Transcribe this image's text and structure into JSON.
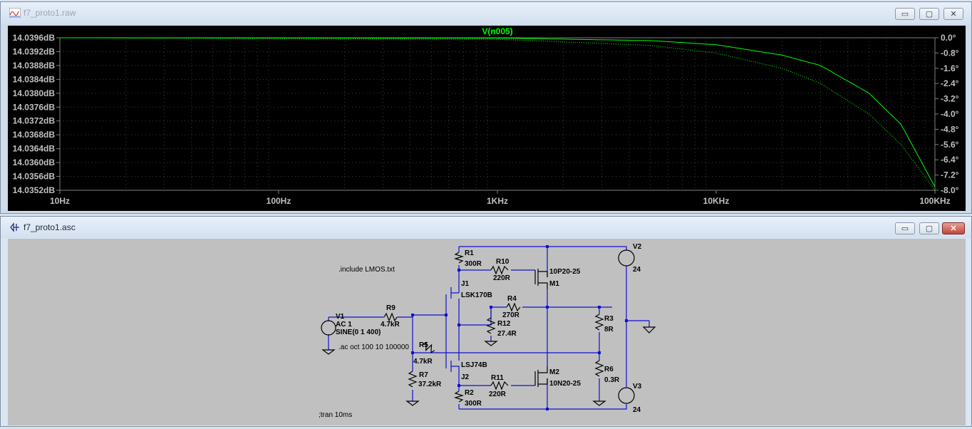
{
  "plot_window": {
    "title": "f7_proto1.raw",
    "icon": "waveform-icon",
    "buttons": {
      "minimize": "▭",
      "maximize": "▢",
      "close": "✕"
    }
  },
  "schematic_window": {
    "title": "f7_proto1.asc",
    "icon": "schematic-icon",
    "buttons": {
      "minimize": "▭",
      "maximize": "▢",
      "close": "✕"
    }
  },
  "chart_data": {
    "type": "line",
    "title": "V(n005)",
    "x_scale": "log",
    "xlim": [
      10,
      100000
    ],
    "x_ticks": [
      "10Hz",
      "100Hz",
      "1KHz",
      "10KHz",
      "100KHz"
    ],
    "y_left_ticks": [
      "14.0396dB",
      "14.0392dB",
      "14.0388dB",
      "14.0384dB",
      "14.0380dB",
      "14.0376dB",
      "14.0372dB",
      "14.0368dB",
      "14.0364dB",
      "14.0360dB",
      "14.0356dB",
      "14.0352dB"
    ],
    "y_right_ticks": [
      "0.0°",
      "-0.8°",
      "-1.6°",
      "-2.4°",
      "-3.2°",
      "-4.0°",
      "-4.8°",
      "-5.6°",
      "-6.4°",
      "-7.2°",
      "-8.0°"
    ],
    "ylim_left": [
      14.0352,
      14.0396
    ],
    "ylim_right": [
      -8.0,
      0.0
    ],
    "grid": true,
    "color": "#00ff00",
    "series": [
      {
        "name": "magnitude",
        "style": "solid",
        "axis": "left",
        "x": [
          10,
          1000,
          5000,
          10000,
          20000,
          30000,
          50000,
          70000,
          100000
        ],
        "y": [
          14.0396,
          14.03959,
          14.03952,
          14.0394,
          14.0391,
          14.0388,
          14.038,
          14.0371,
          14.0353
        ]
      },
      {
        "name": "phase",
        "style": "dotted",
        "axis": "right",
        "x": [
          10,
          1000,
          5000,
          10000,
          20000,
          30000,
          50000,
          70000,
          100000
        ],
        "y": [
          0.0,
          -0.08,
          -0.4,
          -0.8,
          -1.6,
          -2.4,
          -4.0,
          -5.6,
          -8.0
        ]
      }
    ]
  },
  "schematic": {
    "directives": [
      ".include LMOS.txt",
      ".ac oct 100 10 100000",
      ";tran 10ms"
    ],
    "labels": {
      "v1": "V1",
      "v1_ac": "AC 1",
      "v1_sine": "SINE(0 1 400)",
      "r9": "R9",
      "r9_val": "4.7kR",
      "r5": "R5",
      "r5_val": "4.7kR",
      "r7": "R7",
      "r7_val": "37.2kR",
      "r1": "R1",
      "r1_val": "300R",
      "r2": "R2",
      "r2_val": "300R",
      "r10": "R10",
      "r10_val": "220R",
      "r11": "R11",
      "r11_val": "220R",
      "r4": "R4",
      "r4_val": "270R",
      "r12": "R12",
      "r12_val": "27.4R",
      "r3": "R3",
      "r3_val": "8R",
      "r6": "R6",
      "r6_val": "0.3R",
      "j1": "J1",
      "j1_model": "LSK170B",
      "j2": "J2",
      "j2_model": "LSJ74B",
      "m1": "M1",
      "m1_model": "10P20-25",
      "m2": "M2",
      "m2_model": "10N20-25",
      "v2": "V2",
      "v2_val": "24",
      "v3": "V3",
      "v3_val": "24"
    }
  }
}
